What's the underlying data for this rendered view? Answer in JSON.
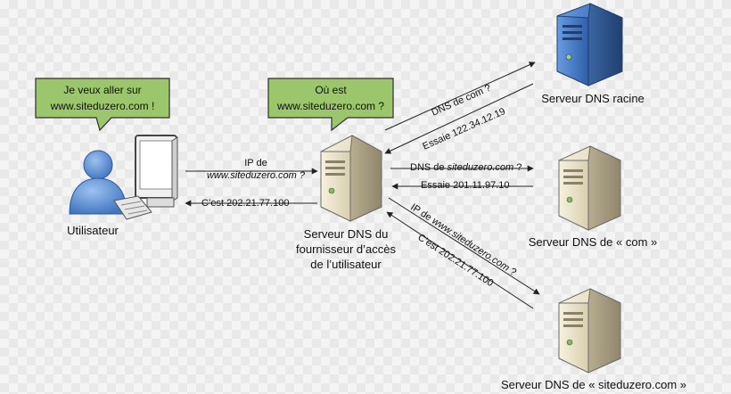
{
  "bubbles": {
    "user": {
      "line1": "Je veux aller sur",
      "line2": "www.siteduzero.com !"
    },
    "isp": {
      "line1": "Où est",
      "line2": "www.siteduzero.com ?"
    }
  },
  "nodes": {
    "user": "Utilisateur",
    "isp": {
      "line1": "Serveur DNS du",
      "line2": "fournisseur d’accès",
      "line3": "de l’utilisateur"
    },
    "root": "Serveur DNS racine",
    "com": "Serveur DNS de « com »",
    "site": "Serveur DNS de « siteduzero.com »"
  },
  "messages": {
    "user_query": {
      "line1": "IP de",
      "line2": "www.siteduzero.com ?"
    },
    "user_reply": "C’est 202.21.77.100",
    "root_query": "DNS de com ?",
    "root_reply": "Essaie 122.34.12.19",
    "com_query_prefix": "DNS de ",
    "com_query_domain": "siteduzero.com",
    "com_query_suffix": " ?",
    "com_reply": "Essaie 201.11.97.10",
    "site_query_prefix": "IP de ",
    "site_query_domain": "www.siteduzero.com",
    "site_query_suffix": " ?",
    "site_reply": "C’est 202.21.77.100"
  },
  "colors": {
    "bubble_fill": "#9bc66b",
    "bubble_border": "#2f2f2f",
    "server_body": "#efe7cf",
    "server_outline": "#6b6b6b",
    "root_server": "#4a7fd0",
    "user_figure": "#5a8fd6",
    "arrow": "#222222"
  }
}
